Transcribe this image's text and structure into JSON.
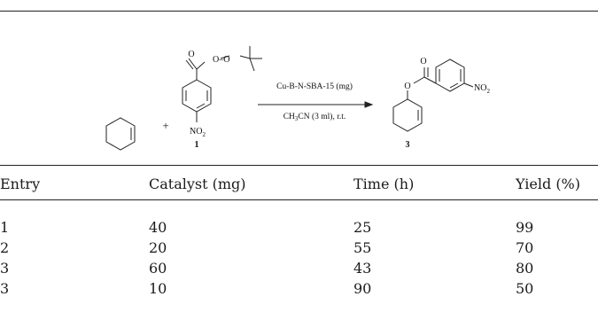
{
  "scheme": {
    "plus": "+",
    "reagent1_label": "1",
    "product_label": "3",
    "nitro_group": "NO",
    "nitro_sub": "2",
    "oxygen": "O",
    "peroxide": "O–O",
    "catalyst": "Cu-B-N-SBA-15 (mg)",
    "solvent_pre": "CH",
    "solvent_sub": "3",
    "solvent_post": "CN (3 ml), r.t."
  },
  "table": {
    "headers": [
      "Entry",
      "Catalyst (mg)",
      "Time (h)",
      "Yield (%)"
    ],
    "rows": [
      [
        "1",
        "40",
        "25",
        "99"
      ],
      [
        "2",
        "20",
        "55",
        "70"
      ],
      [
        "3",
        "60",
        "43",
        "80"
      ],
      [
        "3",
        "10",
        "90",
        "50"
      ]
    ]
  }
}
